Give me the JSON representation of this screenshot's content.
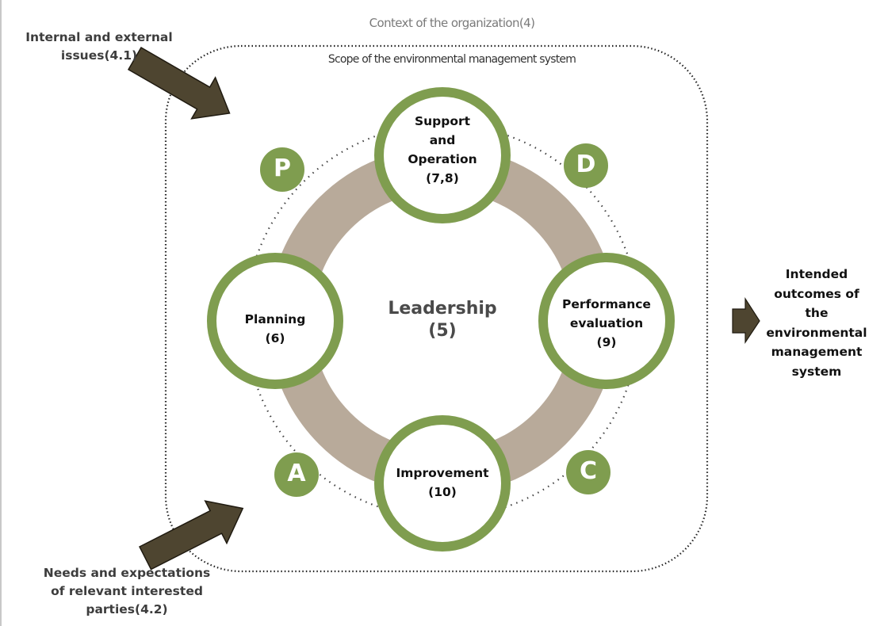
{
  "title": "Context of the organization(4)",
  "scope_label": "Scope of the environmental management system",
  "inputs": [
    {
      "label": "Internal and external\nissues(4.1)"
    },
    {
      "label": "Needs and expectations\nof relevant interested\nparties(4.2)"
    }
  ],
  "output": {
    "label": "Intended\noutcomes of\nthe\nenvironmental\nmanagement\nsystem"
  },
  "center": {
    "label": "Leadership\n(5)"
  },
  "nodes": [
    {
      "id": "support-operation",
      "label": "Support\nand\nOperation\n(7,8)"
    },
    {
      "id": "performance-evaluation",
      "label": "Performance\nevaluation\n(9)"
    },
    {
      "id": "improvement",
      "label": "Improvement\n(10)"
    },
    {
      "id": "planning",
      "label": "Planning\n(6)"
    }
  ],
  "pdca": [
    {
      "letter": "P"
    },
    {
      "letter": "D"
    },
    {
      "letter": "C"
    },
    {
      "letter": "A"
    }
  ],
  "colors": {
    "green": "#7f9d4f",
    "ring": "#b8aa9a",
    "arrow": "#4e4530",
    "dotted": "#333333"
  }
}
